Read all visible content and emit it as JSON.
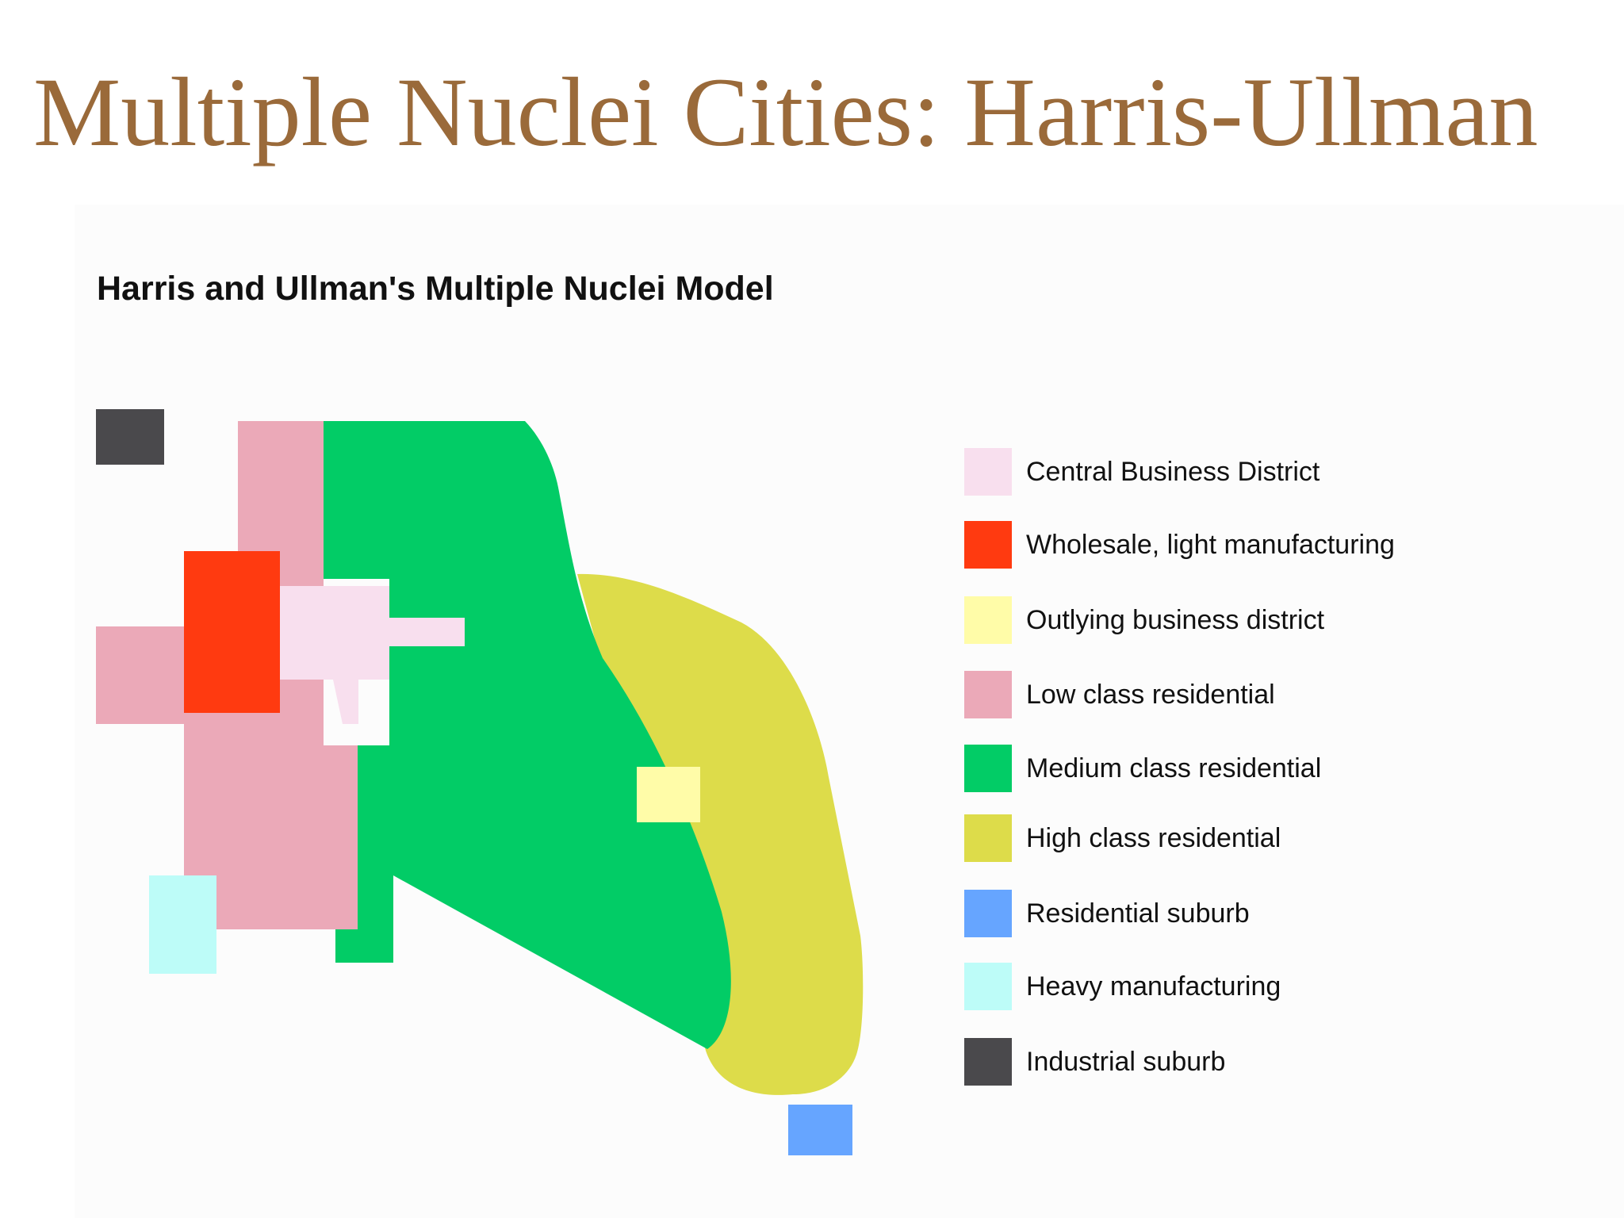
{
  "slide": {
    "title": "Multiple Nuclei Cities: Harris-Ullman"
  },
  "figure": {
    "title": "Harris and Ullman's Multiple Nuclei Model"
  },
  "colors": {
    "cbd": "#f8dfee",
    "wholesale": "#ff3a10",
    "outlying_business": "#fffca8",
    "low_class": "#eba9b8",
    "medium_class": "#02cc66",
    "high_class": "#dddc4a",
    "residential_suburb": "#66a5ff",
    "heavy_manufacturing": "#bdfcf8",
    "industrial_suburb": "#4a494c"
  },
  "legend": [
    {
      "key": "cbd",
      "label": "Central Business District",
      "color": "#f8dfee"
    },
    {
      "key": "wholesale",
      "label": "Wholesale, light manufacturing",
      "color": "#ff3a10"
    },
    {
      "key": "outlying_business",
      "label": "Outlying business district",
      "color": "#fffca8"
    },
    {
      "key": "low_class",
      "label": "Low class residential",
      "color": "#eba9b8"
    },
    {
      "key": "medium_class",
      "label": "Medium class residential",
      "color": "#02cc66"
    },
    {
      "key": "high_class",
      "label": "High class residential",
      "color": "#dddc4a"
    },
    {
      "key": "residential_suburb",
      "label": "Residential suburb",
      "color": "#66a5ff"
    },
    {
      "key": "heavy_manufacturing",
      "label": "Heavy manufacturing",
      "color": "#bdfcf8"
    },
    {
      "key": "industrial_suburb",
      "label": "Industrial suburb",
      "color": "#4a494c"
    }
  ]
}
